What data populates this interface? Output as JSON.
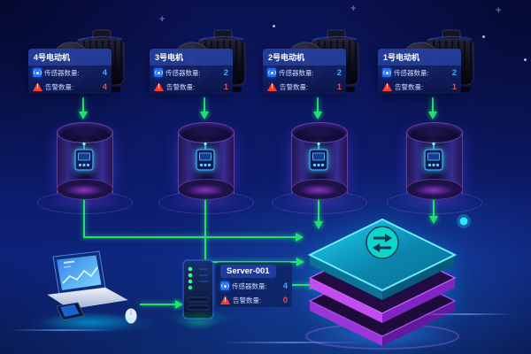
{
  "labels": {
    "sensor": "传感器数量:",
    "alarm": "告警数量:",
    "alarm_mark": "!"
  },
  "motors": [
    {
      "name": "4号电动机",
      "sensor_count": "4",
      "alarm_count": "4"
    },
    {
      "name": "3号电机",
      "sensor_count": "2",
      "alarm_count": "1"
    },
    {
      "name": "2号电动机",
      "sensor_count": "2",
      "alarm_count": "1"
    },
    {
      "name": "1号电动机",
      "sensor_count": "2",
      "alarm_count": "1"
    }
  ],
  "server": {
    "name": "Server-001",
    "sensor_count": "4",
    "alarm_count": "0"
  },
  "decor": {
    "plus": "+"
  },
  "colors": {
    "arrow_green": "#22e06e",
    "sensor_blue": "#3fa9ff",
    "alarm_red": "#ff4438",
    "platform_cyan": "#2ae0ff",
    "platform_magenta": "#c44df0"
  }
}
